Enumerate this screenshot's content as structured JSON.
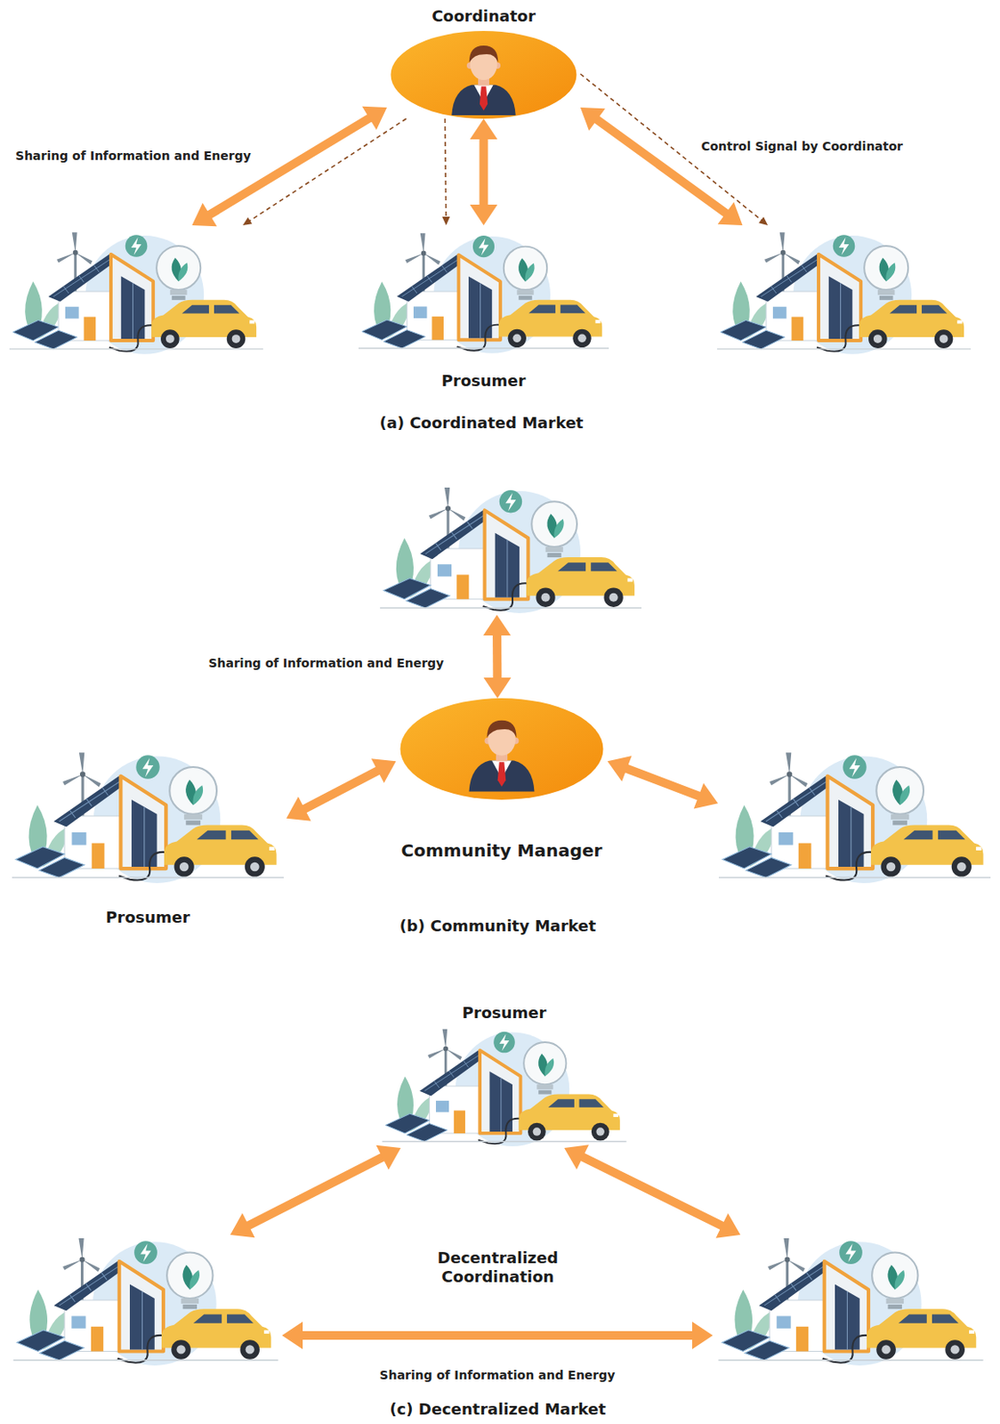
{
  "diagram": {
    "nodes": [
      {
        "text": [
          "Coordinator"
        ]
      },
      {
        "text": []
      },
      {
        "text": [
          "Prosumer"
        ]
      },
      {
        "text": []
      },
      {
        "text": []
      },
      {
        "text": [
          "Community Manager"
        ]
      },
      {
        "text": [
          "Prosumer"
        ]
      },
      {
        "text": []
      },
      {
        "text": [
          "Prosumer"
        ]
      },
      {
        "text": []
      },
      {
        "text": []
      }
    ],
    "edges": [
      {
        "from": 0,
        "to": 1,
        "arrow": "both",
        "label": "Sharing of Information and Energy"
      },
      {
        "from": 0,
        "to": 1,
        "arrow": "to"
      },
      {
        "from": 0,
        "to": 2,
        "arrow": "both"
      },
      {
        "from": 0,
        "to": 2,
        "arrow": "to"
      },
      {
        "from": 0,
        "to": 3,
        "arrow": "both"
      },
      {
        "from": 0,
        "to": 3,
        "arrow": "to",
        "label": "Control Signal by Coordinator"
      },
      {
        "from": 4,
        "to": 5,
        "arrow": "both",
        "label": "Sharing of Information and Energy"
      },
      {
        "from": 5,
        "to": 6,
        "arrow": "both"
      },
      {
        "from": 5,
        "to": 7,
        "arrow": "both"
      },
      {
        "from": 8,
        "to": 9,
        "arrow": "both"
      },
      {
        "from": 8,
        "to": 10,
        "arrow": "both"
      },
      {
        "from": 9,
        "to": 10,
        "arrow": "both",
        "label": "Sharing of Information and Energy"
      }
    ],
    "labels": [
      "(a) Coordinated Market",
      "(b) Community Market",
      "Decentralized Coordination",
      "(c) Decentralized Market"
    ]
  }
}
